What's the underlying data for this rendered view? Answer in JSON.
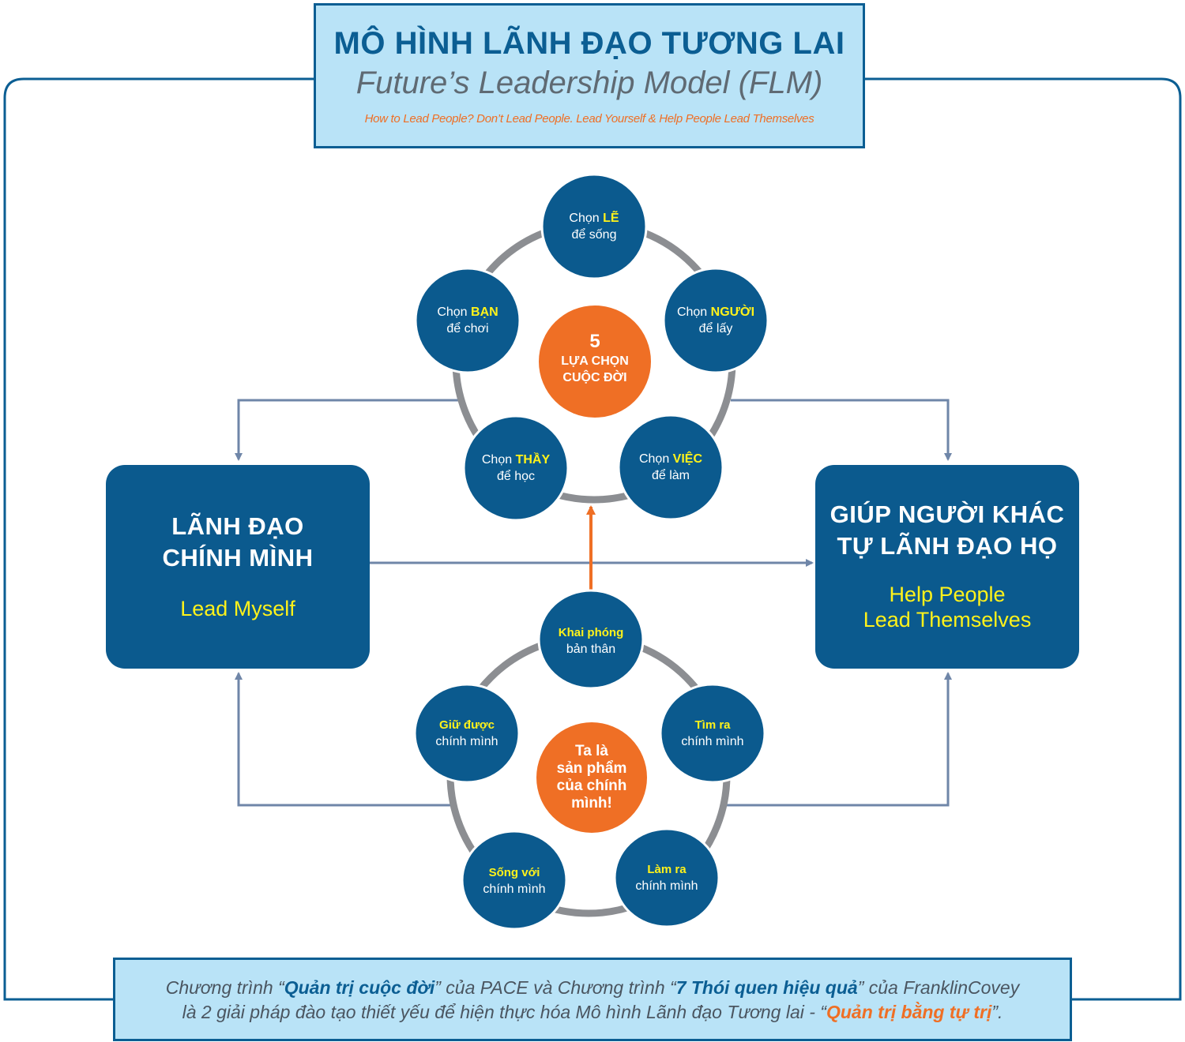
{
  "header": {
    "title": "MÔ HÌNH LÃNH ĐẠO TƯƠNG LAI",
    "subtitle": "Future’s Leadership Model (FLM)",
    "tagline": "How to Lead People? Don’t Lead People. Lead Yourself & Help People Lead Themselves"
  },
  "left_box": {
    "title_line1": "LÃNH ĐẠO",
    "title_line2": "CHÍNH MÌNH",
    "english": "Lead Myself"
  },
  "right_box": {
    "title_line1": "GIÚP NGƯỜI KHÁC",
    "title_line2": "TỰ LÃNH ĐẠO HỌ",
    "english_line1": "Help People",
    "english_line2": "Lead Themselves"
  },
  "top_cycle": {
    "center": {
      "line1": "5",
      "line2": "LỰA CHỌN",
      "line3": "CUỘC ĐỜI"
    },
    "items": [
      {
        "prefix": "Chọn",
        "keyword": "LẼ",
        "suffix": "để sống"
      },
      {
        "prefix": "Chọn",
        "keyword": "NGƯỜI",
        "suffix": "để lấy"
      },
      {
        "prefix": "Chọn",
        "keyword": "VIỆC",
        "suffix": "để làm"
      },
      {
        "prefix": "Chọn",
        "keyword": "THẦY",
        "suffix": "để học"
      },
      {
        "prefix": "Chọn",
        "keyword": "BẠN",
        "suffix": "để chơi"
      }
    ]
  },
  "bottom_cycle": {
    "center": {
      "line1": "Ta là",
      "line2": "sản phẩm",
      "line3": "của chính",
      "line4": "mình!"
    },
    "items": [
      {
        "keyword": "Khai phóng",
        "suffix": "bản thân"
      },
      {
        "keyword": "Tìm ra",
        "suffix": "chính mình"
      },
      {
        "keyword": "Làm ra",
        "suffix": "chính mình"
      },
      {
        "keyword": "Sống với",
        "suffix": "chính mình"
      },
      {
        "keyword": "Giữ được",
        "suffix": "chính mình"
      }
    ]
  },
  "footer": {
    "l1_a": "Chương trình “",
    "l1_b": "Quản trị cuộc đời",
    "l1_c": "” của PACE và Chương trình “",
    "l1_d": "7 Thói quen hiệu quả",
    "l1_e": "” của FranklinCovey",
    "l2_a": "là 2 giải pháp đào tạo thiết yếu để hiện thực hóa Mô hình Lãnh đạo Tương lai - “",
    "l2_b": "Quản trị bằng tự trị",
    "l2_c": "”."
  },
  "colors": {
    "navy": "#0b5a8e",
    "orange": "#ef6f25",
    "yellow": "#fff21a",
    "light_blue": "#b9e3f7",
    "ring_gray": "#8c8e92",
    "connector": "#6f86a8"
  }
}
